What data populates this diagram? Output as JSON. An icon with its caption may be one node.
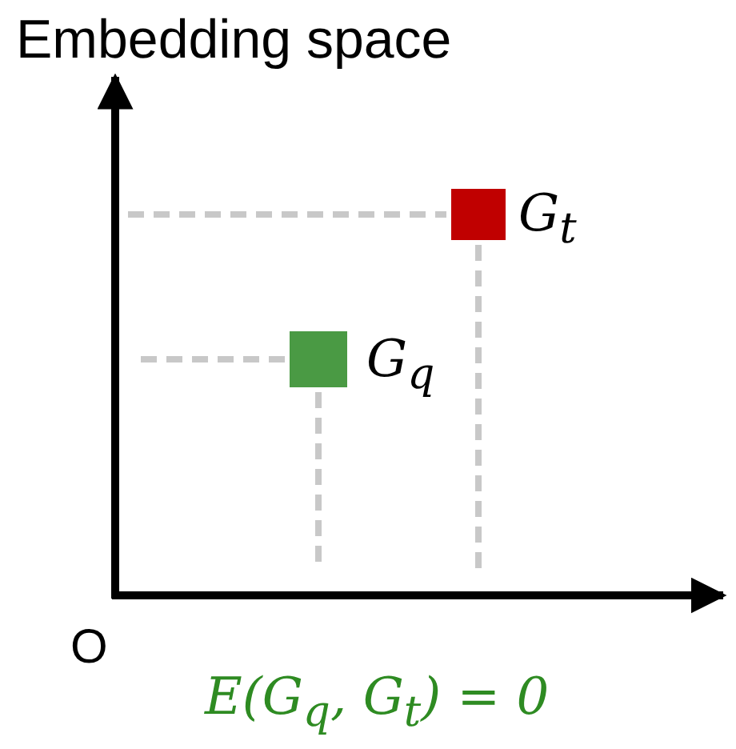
{
  "diagram": {
    "title": "Embedding space",
    "nodes": [
      {
        "text": [],
        "shape": "box",
        "beside": [
          "G$_{t}$"
        ]
      },
      {
        "text": [],
        "shape": "box",
        "beside": [
          "G$_{q}$"
        ]
      }
    ],
    "labels": [
      "O",
      "E(G$_{q}$, G$_{t}$) = 0"
    ]
  }
}
